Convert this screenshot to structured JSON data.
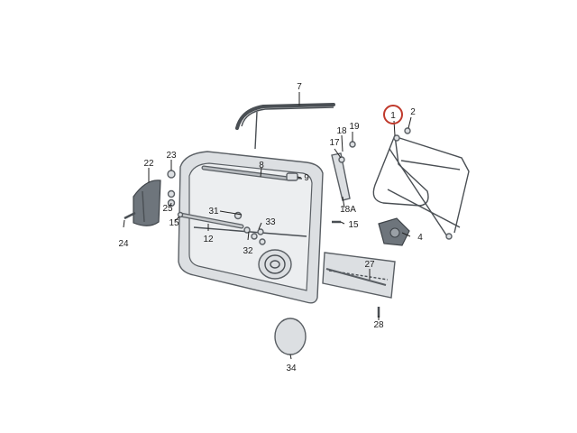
{
  "callouts": {
    "c1": "1",
    "c2": "2",
    "c4": "4",
    "c7": "7",
    "c8": "8",
    "c9": "9",
    "c12": "12",
    "c15a": "15",
    "c15b": "15",
    "c17": "17",
    "c18": "18",
    "c18a": "18A",
    "c19": "19",
    "c22": "22",
    "c23": "23",
    "c24": "24",
    "c25": "25",
    "c27": "27",
    "c28": "28",
    "c31": "31",
    "c32": "32",
    "c33": "33",
    "c34": "34"
  },
  "colors": {
    "highlight_circle": "#c0392b",
    "part_fill": "#dcdfe2",
    "part_stroke": "#5a5f64"
  }
}
